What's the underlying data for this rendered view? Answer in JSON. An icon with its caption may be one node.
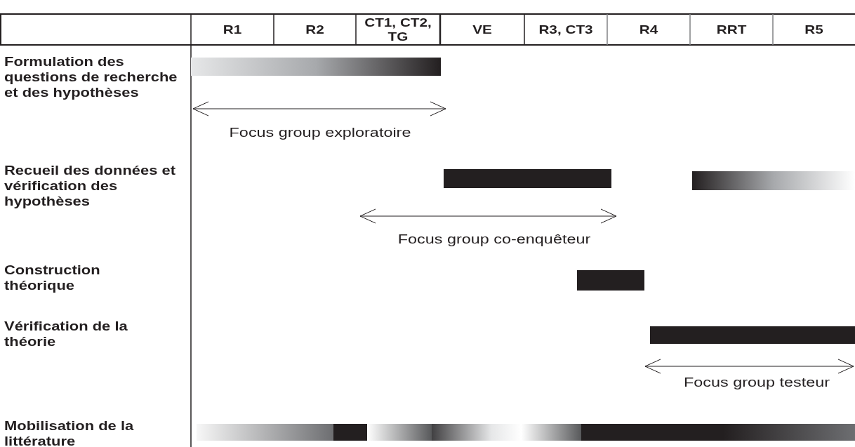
{
  "diagram": {
    "nodes": [
      {
        "text": [],
        "shape": "bar"
      },
      {
        "text": [],
        "shape": "bar"
      },
      {
        "text": [],
        "shape": "bar"
      },
      {
        "text": [],
        "shape": "bar"
      },
      {
        "text": [],
        "shape": "bar"
      },
      {
        "text": [],
        "shape": "bar"
      }
    ],
    "labels": [
      "R1",
      "R2",
      "CT1, CT2, TG",
      "VE",
      "R3, CT3",
      "R4",
      "RRT",
      "R5",
      "Formulation des questions de recherche et des hypothèses",
      "Focus group exploratoire",
      "Recueil des données et vérification des hypothèses",
      "Focus group co-enquêteur",
      "Construction théorique",
      "Vérification de la théorie",
      "Focus group testeur",
      "Mobilisation de la littérature"
    ]
  }
}
